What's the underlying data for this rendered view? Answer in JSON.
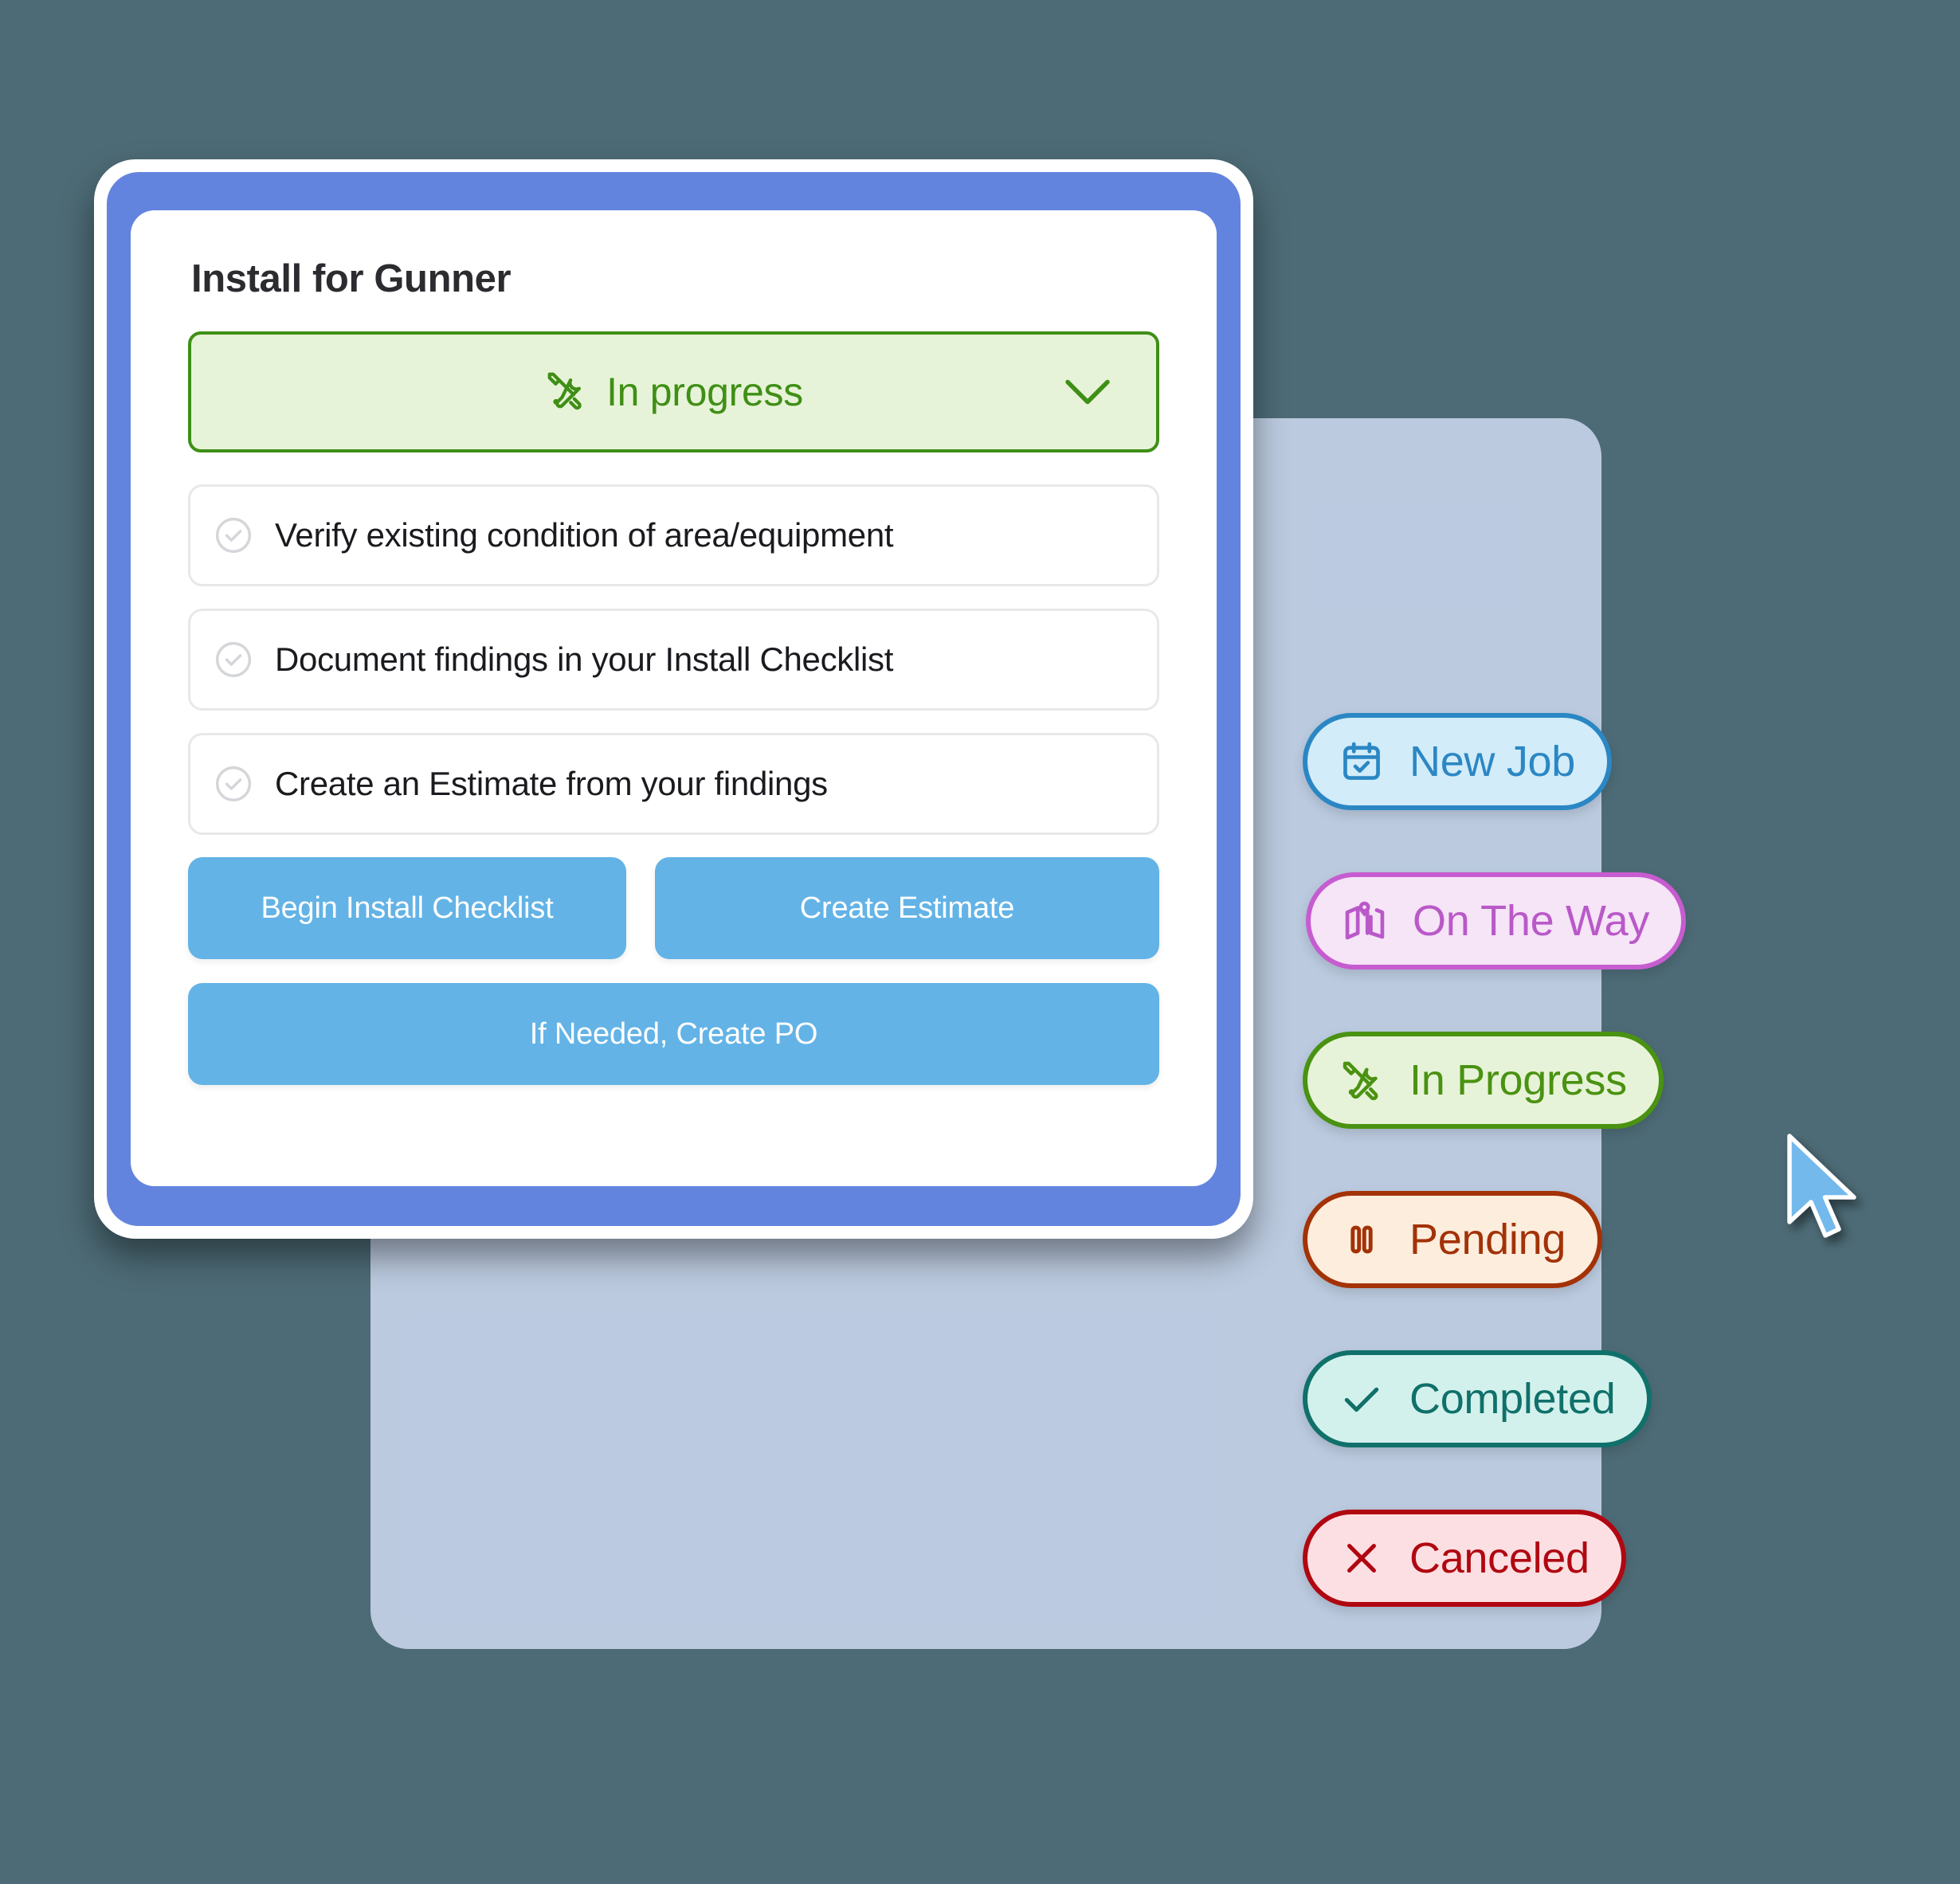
{
  "theme": {
    "background": "#4d6b76",
    "panel": "#c5d2ec",
    "card_frame": "#6384de",
    "card_surface": "#ffffff",
    "accent_button": "#63b3e6",
    "status_green": "#3f8f16"
  },
  "card": {
    "title": "Install for Gunner",
    "status_select": {
      "value": "In progress",
      "icon": "tools-icon",
      "chevron": "chevron-down-icon"
    },
    "checklist": [
      {
        "icon": "check-circle-icon",
        "label": "Verify existing condition of area/equipment"
      },
      {
        "icon": "check-circle-icon",
        "label": "Document findings in your Install Checklist"
      },
      {
        "icon": "check-circle-icon",
        "label": "Create an Estimate from your findings"
      }
    ],
    "actions": {
      "begin_checklist": "Begin Install Checklist",
      "create_estimate": "Create Estimate",
      "create_po": "If Needed, Create PO"
    }
  },
  "status_pills": [
    {
      "id": "new-job",
      "label": "New Job",
      "icon": "calendar-check-icon",
      "bg": "#d2ecf9",
      "border": "#2b87c4",
      "text": "#2b87c4"
    },
    {
      "id": "on-the-way",
      "label": "On The Way",
      "icon": "map-pin-icon",
      "bg": "#f6e4f7",
      "border": "#c65cd0",
      "text": "#b959c8"
    },
    {
      "id": "in-progress",
      "label": "In Progress",
      "icon": "tools-icon",
      "bg": "#e7f3d8",
      "border": "#4a9212",
      "text": "#4a9212"
    },
    {
      "id": "pending",
      "label": "Pending",
      "icon": "pause-icon",
      "bg": "#fdeddd",
      "border": "#a33207",
      "text": "#a33207"
    },
    {
      "id": "completed",
      "label": "Completed",
      "icon": "check-icon",
      "bg": "#d3f1ec",
      "border": "#10706a",
      "text": "#10706a"
    },
    {
      "id": "canceled",
      "label": "Canceled",
      "icon": "x-icon",
      "bg": "#fcdfe2",
      "border": "#b00711",
      "text": "#b00711"
    }
  ],
  "cursor": {
    "icon": "mouse-pointer-icon"
  }
}
